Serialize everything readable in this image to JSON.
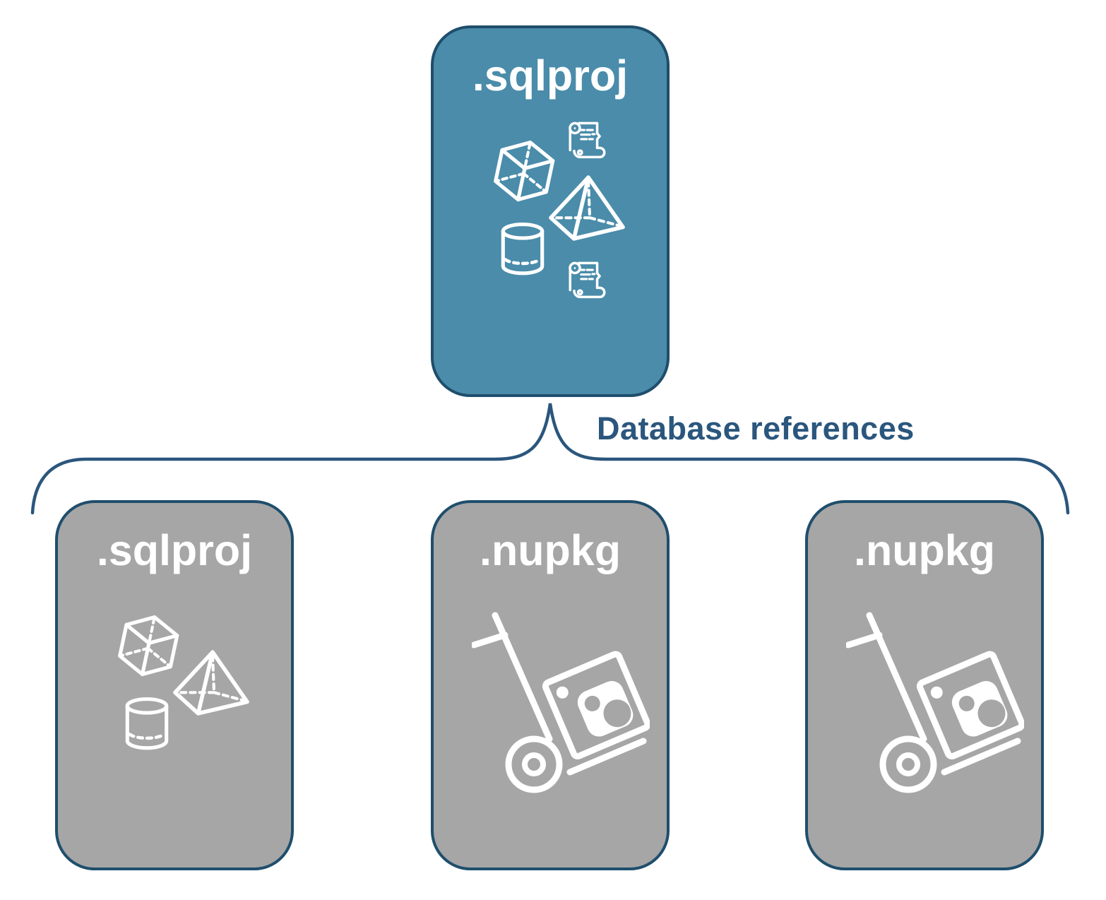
{
  "diagram": {
    "parent": {
      "label": ".sqlproj"
    },
    "connector_label": "Database references",
    "children": [
      {
        "label": ".sqlproj",
        "kind": "sql-project"
      },
      {
        "label": ".nupkg",
        "kind": "nuget-package"
      },
      {
        "label": ".nupkg",
        "kind": "nuget-package"
      }
    ],
    "colors": {
      "parent_fill": "#4A8CAA",
      "child_fill": "#A6A6A6",
      "border": "#1F4E6C",
      "accent": "#2B567D",
      "icon": "#FFFFFF"
    }
  }
}
